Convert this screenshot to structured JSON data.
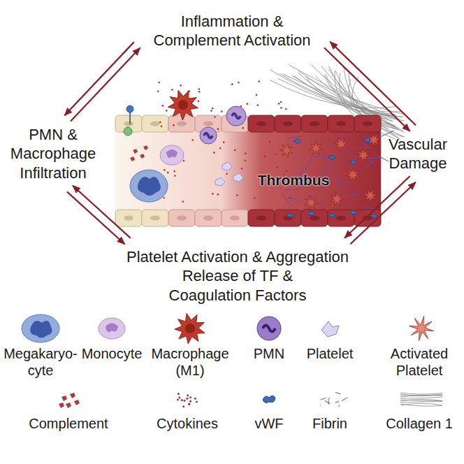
{
  "diagram": {
    "nodes": [
      {
        "text": [
          "Inflammation & Complement Activation"
        ]
      },
      {
        "text": [
          "Vascular Damage"
        ]
      },
      {
        "text": [
          "Platelet Activation & Aggregation",
          "Release of TF & Coagulation Factors"
        ]
      },
      {
        "text": [
          "PMN & Macrophage Infiltration"
        ]
      }
    ],
    "edges": [
      {
        "from": 0,
        "to": 1,
        "arrow": "to"
      },
      {
        "from": 1,
        "to": 0,
        "arrow": "to"
      },
      {
        "from": 1,
        "to": 2,
        "arrow": "to"
      },
      {
        "from": 2,
        "to": 1,
        "arrow": "to"
      },
      {
        "from": 2,
        "to": 3,
        "arrow": "to"
      },
      {
        "from": 3,
        "to": 2,
        "arrow": "to"
      },
      {
        "from": 3,
        "to": 0,
        "arrow": "to"
      },
      {
        "from": 0,
        "to": 3,
        "arrow": "to"
      }
    ],
    "labels": [
      "Thrombus"
    ],
    "legend": [
      {
        "text": "Megakaryo- cyte"
      },
      {
        "text": "Monocyte"
      },
      {
        "text": "Macrophage (M1)"
      },
      {
        "text": "PMN"
      },
      {
        "text": "Platelet"
      },
      {
        "text": "Activated Platelet"
      },
      {
        "text": "Complement"
      },
      {
        "text": "Cytokines"
      },
      {
        "text": "vWF"
      },
      {
        "text": "Fibrin"
      },
      {
        "text": "Collagen 1"
      }
    ]
  }
}
